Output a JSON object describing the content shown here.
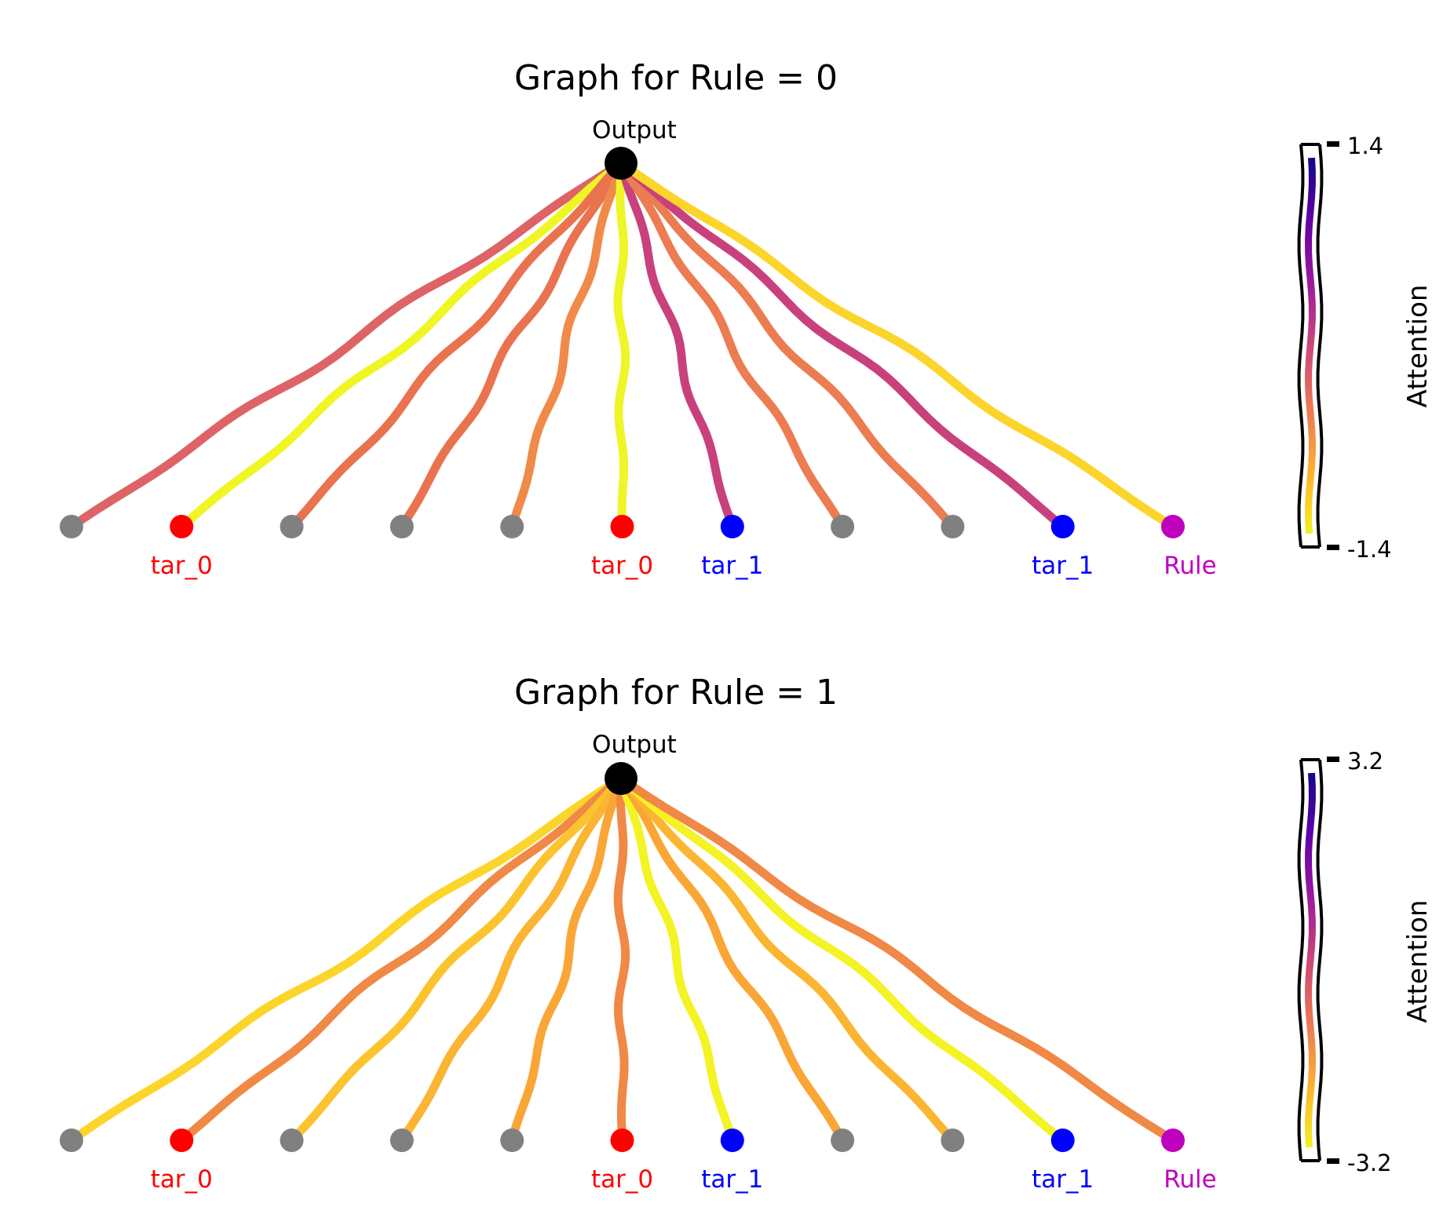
{
  "colormap": [
    "#0d0887",
    "#5c01a6",
    "#9c179e",
    "#cc4778",
    "#ed7953",
    "#fdb42f",
    "#f0f921"
  ],
  "node_colors": {
    "other": "#808080",
    "tar_0": "#ff0000",
    "tar_1": "#0000ff",
    "rule": "#bf00bf",
    "output": "#000000"
  },
  "graphs": [
    {
      "title": "Graph for Rule = 0",
      "output_label": "Output",
      "colorbar": {
        "label": "Attention",
        "max_label": "1.4",
        "min_label": "-1.4"
      },
      "nodes": [
        {
          "type": "other",
          "label": "",
          "edge_color": "#dd6366"
        },
        {
          "type": "tar_0",
          "label": "tar_0",
          "edge_color": "#f0f524"
        },
        {
          "type": "other",
          "label": "",
          "edge_color": "#e9734f"
        },
        {
          "type": "other",
          "label": "",
          "edge_color": "#e9734f"
        },
        {
          "type": "other",
          "label": "",
          "edge_color": "#f08a4a"
        },
        {
          "type": "tar_0",
          "label": "tar_0",
          "edge_color": "#eef528"
        },
        {
          "type": "tar_1",
          "label": "tar_1",
          "edge_color": "#c8417c"
        },
        {
          "type": "other",
          "label": "",
          "edge_color": "#ec7c51"
        },
        {
          "type": "other",
          "label": "",
          "edge_color": "#ec7c51"
        },
        {
          "type": "tar_1",
          "label": "tar_1",
          "edge_color": "#c8417c"
        },
        {
          "type": "rule",
          "label": "Rule",
          "edge_color": "#fbd52b"
        }
      ]
    },
    {
      "title": "Graph for Rule = 1",
      "output_label": "Output",
      "colorbar": {
        "label": "Attention",
        "max_label": "3.2",
        "min_label": "-3.2"
      },
      "nodes": [
        {
          "type": "other",
          "label": "",
          "edge_color": "#fbd52b"
        },
        {
          "type": "tar_0",
          "label": "tar_0",
          "edge_color": "#f08846"
        },
        {
          "type": "other",
          "label": "",
          "edge_color": "#fbc42e"
        },
        {
          "type": "other",
          "label": "",
          "edge_color": "#fbb532"
        },
        {
          "type": "other",
          "label": "",
          "edge_color": "#f9a637"
        },
        {
          "type": "tar_0",
          "label": "tar_0",
          "edge_color": "#f08846"
        },
        {
          "type": "tar_1",
          "label": "tar_1",
          "edge_color": "#f3f325"
        },
        {
          "type": "other",
          "label": "",
          "edge_color": "#f9a637"
        },
        {
          "type": "other",
          "label": "",
          "edge_color": "#fbb532"
        },
        {
          "type": "tar_1",
          "label": "tar_1",
          "edge_color": "#f3f325"
        },
        {
          "type": "rule",
          "label": "Rule",
          "edge_color": "#f08846"
        }
      ]
    }
  ]
}
